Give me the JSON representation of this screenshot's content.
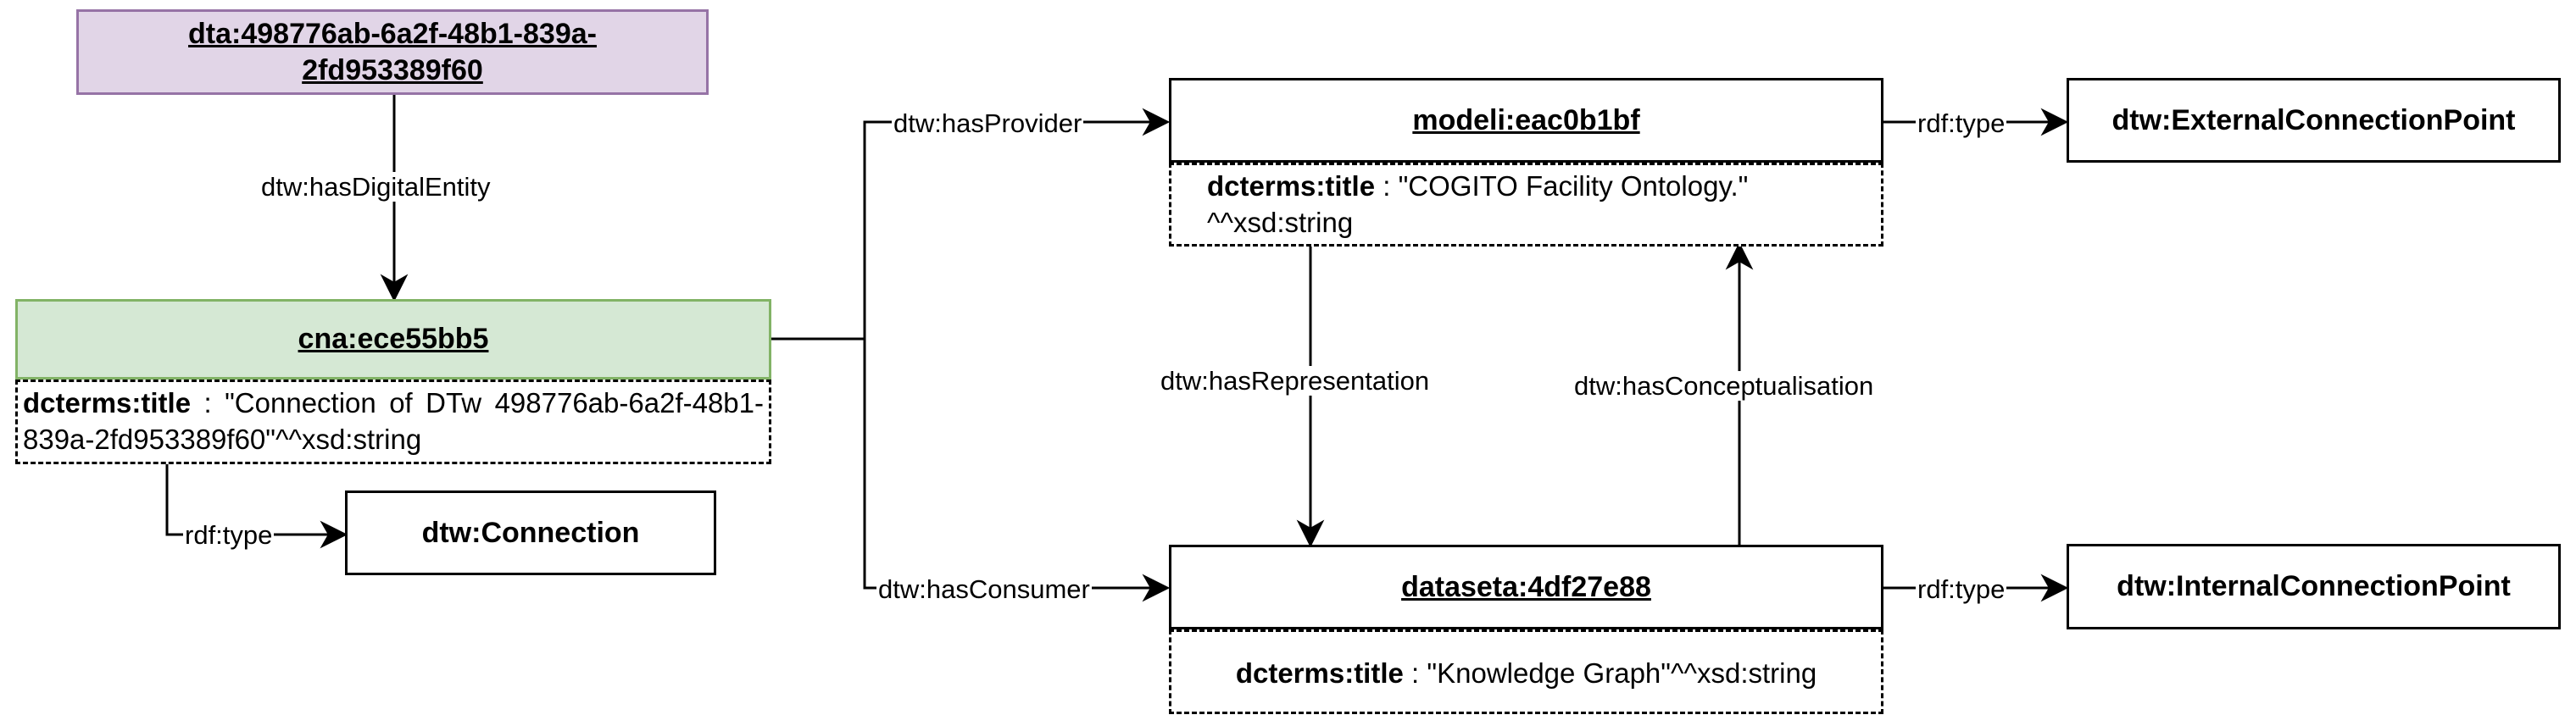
{
  "nodes": {
    "dta": "dta:498776ab-6a2f-48b1-839a-2fd953389f60",
    "cna": "cna:ece55bb5",
    "connection_type": "dtw:Connection",
    "modeli": "modeli:eac0b1bf",
    "ext_type": "dtw:ExternalConnectionPoint",
    "dataseta": "dataseta:4df27e88",
    "int_type": "dtw:InternalConnectionPoint"
  },
  "literals": {
    "cna": {
      "property": "dcterms:title",
      "value": ": \"Connection of DTw 498776ab-6a2f-48b1-839a-2fd953389f60\"^^xsd:string"
    },
    "modeli": {
      "property": "dcterms:title",
      "value": ": \"COGITO Facility Ontology.\" ^^xsd:string"
    },
    "dataseta": {
      "property": "dcterms:title",
      "value": ": \"Knowledge Graph\"^^xsd:string"
    }
  },
  "edges": {
    "has_digital_entity": "dtw:hasDigitalEntity",
    "rdf_type_connection": "rdf:type",
    "has_provider": "dtw:hasProvider",
    "has_consumer": "dtw:hasConsumer",
    "rdf_type_external": "rdf:type",
    "rdf_type_internal": "rdf:type",
    "has_representation": "dtw:hasRepresentation",
    "has_conceptualisation": "dtw:hasConceptualisation"
  }
}
